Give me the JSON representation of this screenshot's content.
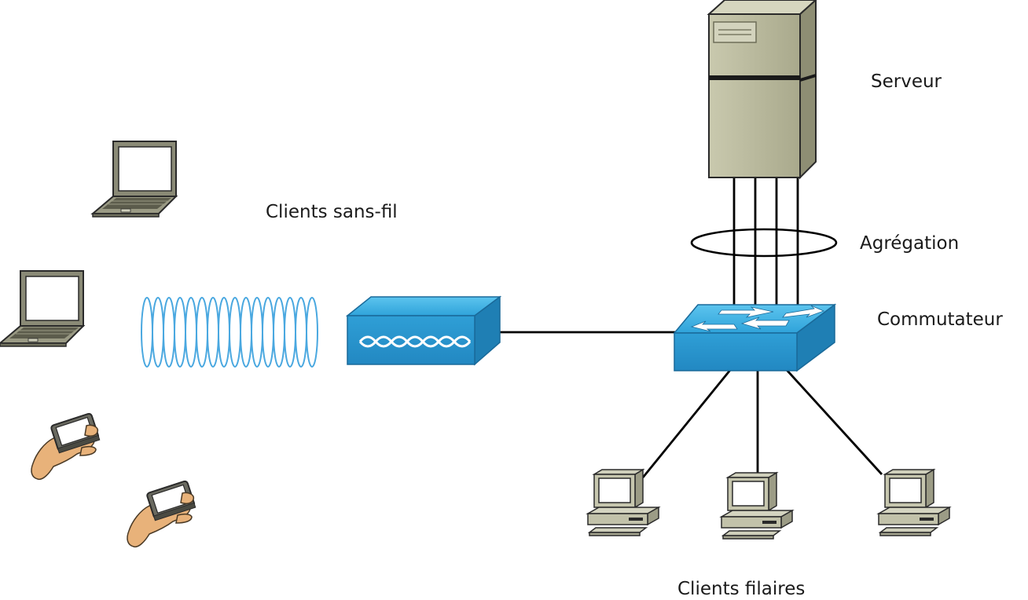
{
  "labels": {
    "wireless_clients": "Clients sans-fil",
    "server": "Serveur",
    "aggregation": "Agrégation",
    "switch": "Commutateur",
    "wired_clients": "Clients filaires"
  },
  "nodes": {
    "server": "server-icon",
    "switch": "switch-icon",
    "access_point": "access-point-icon",
    "laptops": [
      "laptop-icon",
      "laptop-icon"
    ],
    "handhelds": [
      "handheld-icon",
      "handheld-icon"
    ],
    "desktops": [
      "desktop-computer-icon",
      "desktop-computer-icon",
      "desktop-computer-icon"
    ]
  },
  "colors": {
    "device_blue": "#3aaee0",
    "device_blue_dark": "#1f7fb4",
    "server_beige": "#b8b89a",
    "laptop_gray": "#8a8a76",
    "skin": "#e8b27a",
    "line": "#000000"
  }
}
